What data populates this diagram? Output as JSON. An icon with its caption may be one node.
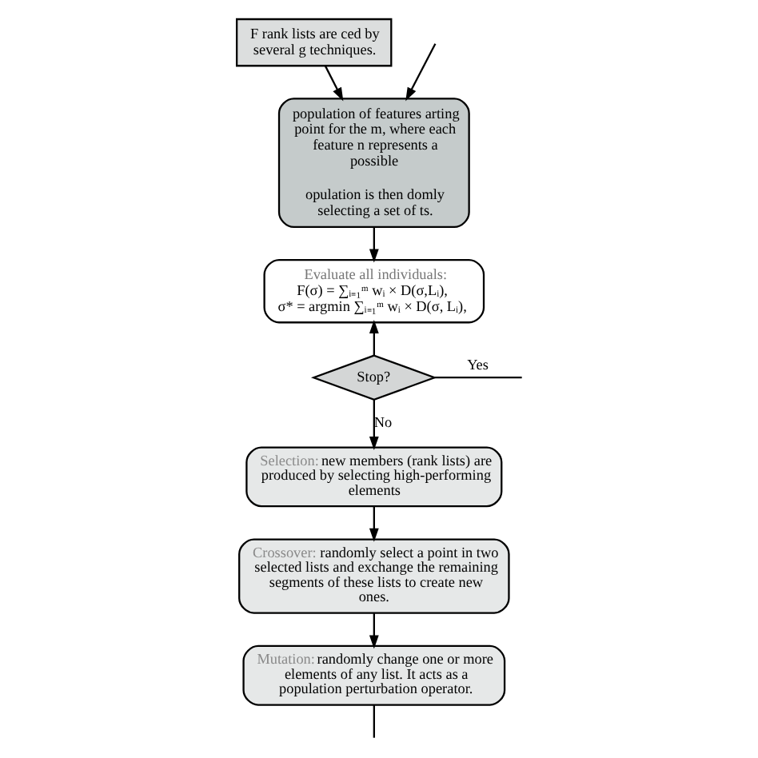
{
  "diagram": {
    "nodes": [
      {
        "text": [
          "F rank lists are ced by several g techniques."
        ]
      },
      {
        "text": [
          "population of features arting point for the m, where each feature n represents a possible",
          "opulation is then domly selecting a set of ts."
        ]
      },
      {
        "text": [
          "Evaluate all individuals:",
          "F(σ) = ∑ᵢ₌₁ᵐ wᵢ × D(σ,Lᵢ),",
          "σ* = argmin ∑ᵢ₌₁ᵐ wᵢ × D(σ, Lᵢ),"
        ]
      },
      {
        "text": [
          "Stop?"
        ]
      },
      {
        "text": [
          "Selection:",
          "new members (rank lists) are produced by selecting high-performing elements"
        ]
      },
      {
        "text": [
          "Crossover:",
          "randomly select a point in two selected lists and exchange the remaining segments of these lists to create new ones."
        ]
      },
      {
        "text": [
          "Mutation:",
          "randomly change one or more elements of any list. It acts as a population perturbation operator."
        ]
      }
    ],
    "edges": [
      {
        "from": 0,
        "to": 1,
        "arrow": "to"
      },
      {
        "from": 1,
        "to": 2,
        "arrow": "to"
      },
      {
        "from": 3,
        "to": 2,
        "arrow": "to"
      },
      {
        "from": 3,
        "to": null,
        "arrow": "none",
        "label": "Yes"
      },
      {
        "from": 3,
        "to": 4,
        "arrow": "to",
        "label": "No"
      },
      {
        "from": 4,
        "to": 5,
        "arrow": "to"
      },
      {
        "from": 5,
        "to": 6,
        "arrow": "to"
      },
      {
        "from": 6,
        "to": null,
        "arrow": "none"
      },
      {
        "from": null,
        "to": 1,
        "arrow": "to"
      }
    ]
  }
}
